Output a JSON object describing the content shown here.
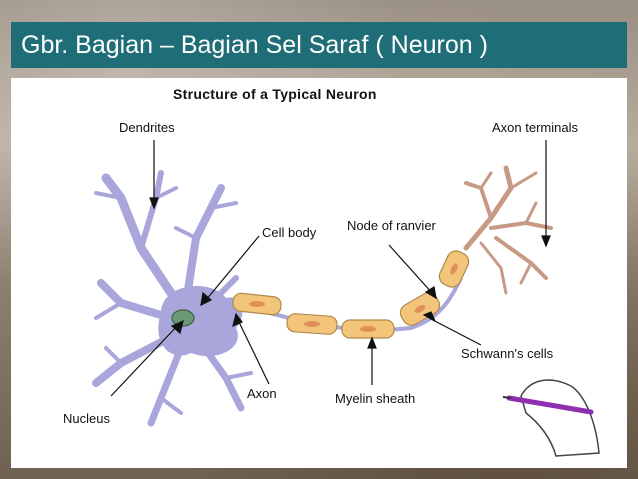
{
  "slide": {
    "title": "Gbr. Bagian – Bagian Sel Saraf ( Neuron )"
  },
  "diagram": {
    "title": "Structure of a Typical Neuron",
    "labels": {
      "dendrites": "Dendrites",
      "axon_terminals": "Axon terminals",
      "cell_body": "Cell body",
      "node_of_ranvier": "Node of ranvier",
      "schwanns_cells": "Schwann's cells",
      "nucleus": "Nucleus",
      "axon": "Axon",
      "myelin_sheath": "Myelin sheath"
    }
  },
  "colors": {
    "title_bar": "#1f6e77",
    "neuron_body": "#a9a6dc",
    "nucleus": "#6c9a78",
    "myelin": "#f3c57a",
    "terminals": "#c79a85"
  }
}
